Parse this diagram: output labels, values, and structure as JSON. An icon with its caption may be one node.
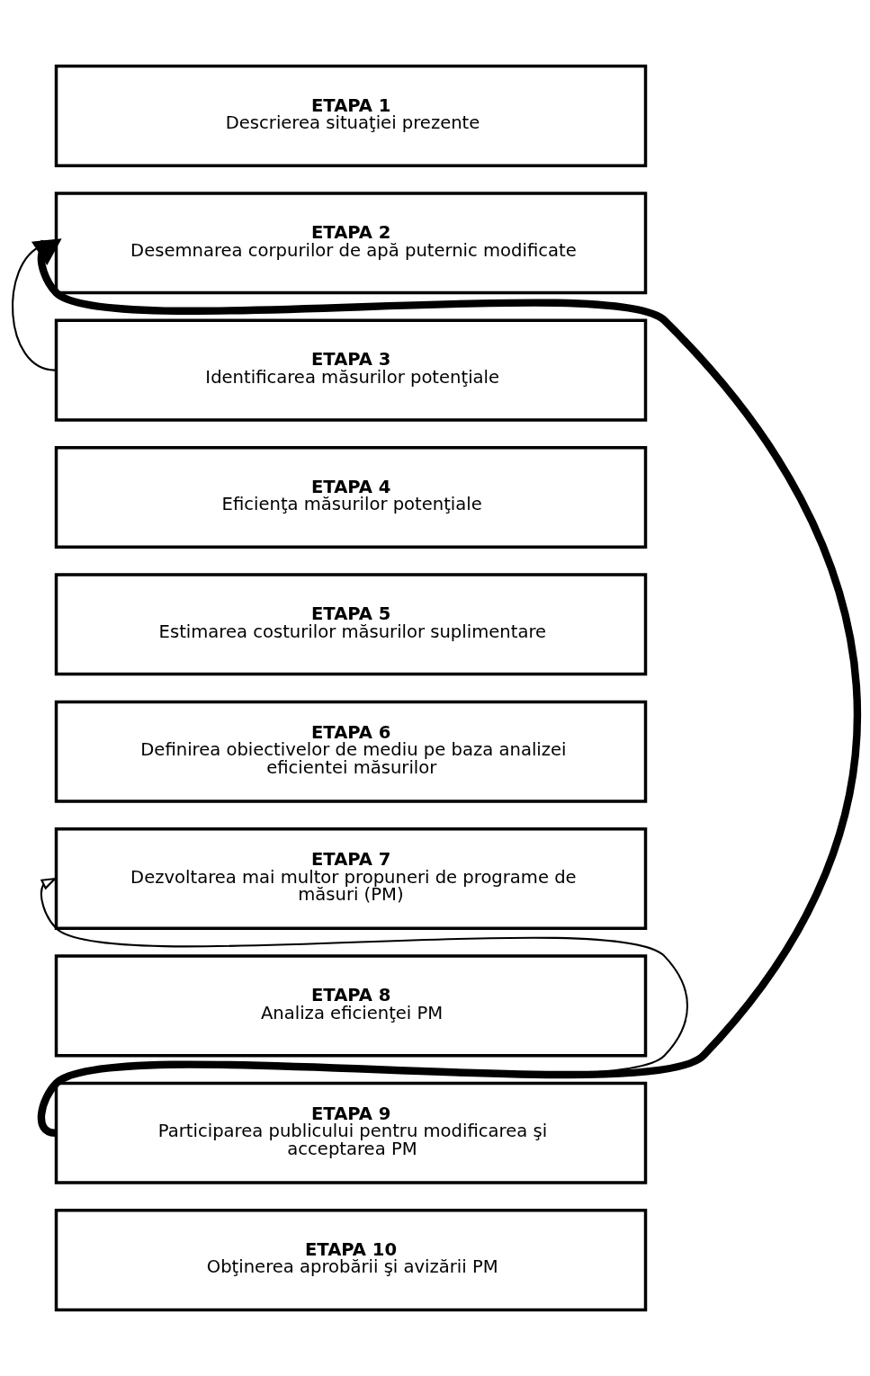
{
  "diagram": {
    "nodes": [
      {
        "text": [
          "ETAPA 1",
          "Descrierea situaţiei prezente"
        ]
      },
      {
        "text": [
          "ETAPA 2",
          "Desemnarea corpurilor de apă puternic modificate"
        ]
      },
      {
        "text": [
          "ETAPA 3",
          "Identificarea măsurilor potenţiale"
        ]
      },
      {
        "text": [
          "ETAPA 4",
          "Eficienţa măsurilor potenţiale"
        ]
      },
      {
        "text": [
          "ETAPA 5",
          "Estimarea costurilor măsurilor suplimentare"
        ]
      },
      {
        "text": [
          "ETAPA 6",
          "Definirea obiectivelor de mediu pe baza analizei eficientei măsurilor"
        ]
      },
      {
        "text": [
          "ETAPA 7",
          "Dezvoltarea mai multor propuneri de programe de măsuri (PM)"
        ]
      },
      {
        "text": [
          "ETAPA 8",
          "Analiza eficienţei PM"
        ]
      },
      {
        "text": [
          "ETAPA 9",
          "Participarea publicului pentru modificarea şi acceptarea PM"
        ]
      },
      {
        "text": [
          "ETAPA 10",
          "Obţinerea aprobării şi avizării PM"
        ]
      }
    ],
    "edges": [
      {
        "from": 8,
        "to": 1,
        "arrow": "to",
        "style": "thick"
      },
      {
        "from": 2,
        "to": 1,
        "arrow": "to"
      },
      {
        "from": 8,
        "to": 6,
        "arrow": "to"
      }
    ]
  }
}
